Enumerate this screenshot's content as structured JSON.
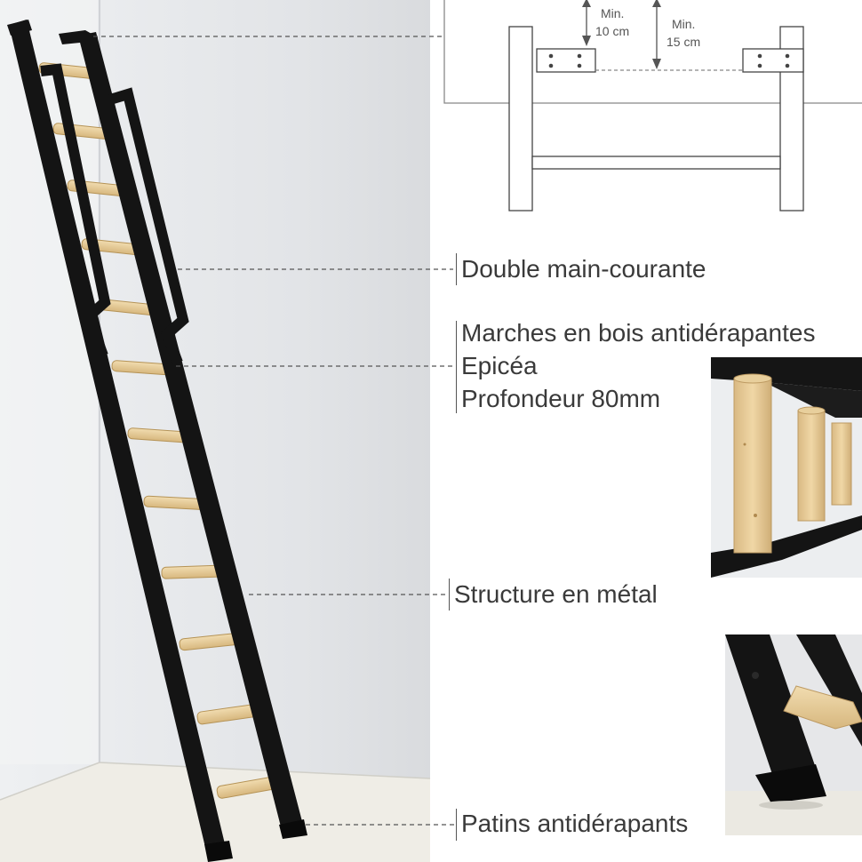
{
  "dimensions": {
    "min_a_label": "Min.",
    "min_a_value": "10 cm",
    "min_b_label": "Min.",
    "min_b_value": "15 cm"
  },
  "callouts": {
    "handrail": "Double main-courante",
    "steps": {
      "line1": "Marches en bois antidérapantes",
      "line2": "Epicéa",
      "line3": "Profondeur 80mm"
    },
    "structure": "Structure en métal",
    "pads": "Patins antidérapants"
  },
  "colors": {
    "metal": "#141414",
    "wood": "#e7cc98",
    "wall": "#e4e6e9",
    "floor": "#efeee8",
    "text": "#3a3a3a"
  }
}
